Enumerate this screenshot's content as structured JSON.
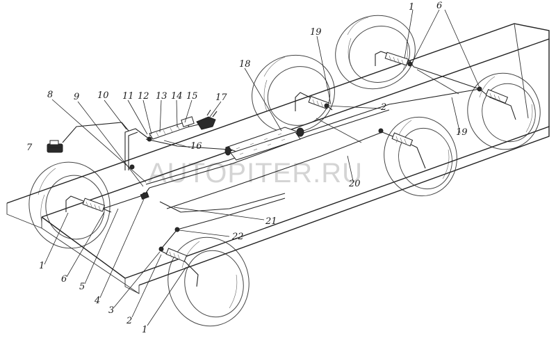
{
  "diagram": {
    "watermark": "AUTOPITER.RU",
    "callouts": [
      {
        "id": "c1-top",
        "text": "1"
      },
      {
        "id": "c6-top",
        "text": "6"
      },
      {
        "id": "c19-top",
        "text": "19"
      },
      {
        "id": "c18",
        "text": "18"
      },
      {
        "id": "c8",
        "text": "8"
      },
      {
        "id": "c9",
        "text": "9"
      },
      {
        "id": "c10",
        "text": "10"
      },
      {
        "id": "c11",
        "text": "11"
      },
      {
        "id": "c12",
        "text": "12"
      },
      {
        "id": "c13",
        "text": "13"
      },
      {
        "id": "c14",
        "text": "14"
      },
      {
        "id": "c15",
        "text": "15"
      },
      {
        "id": "c17",
        "text": "17"
      },
      {
        "id": "c16",
        "text": "16"
      },
      {
        "id": "c2-mid",
        "text": "2"
      },
      {
        "id": "c19-right",
        "text": "19"
      },
      {
        "id": "c7",
        "text": "7"
      },
      {
        "id": "c20",
        "text": "20"
      },
      {
        "id": "c21",
        "text": "21"
      },
      {
        "id": "c22",
        "text": "22"
      },
      {
        "id": "c1-left",
        "text": "1"
      },
      {
        "id": "c6-left",
        "text": "6"
      },
      {
        "id": "c5",
        "text": "5"
      },
      {
        "id": "c4",
        "text": "4"
      },
      {
        "id": "c3",
        "text": "3"
      },
      {
        "id": "c2-bottom",
        "text": "2"
      },
      {
        "id": "c1-bottom",
        "text": "1"
      }
    ]
  }
}
